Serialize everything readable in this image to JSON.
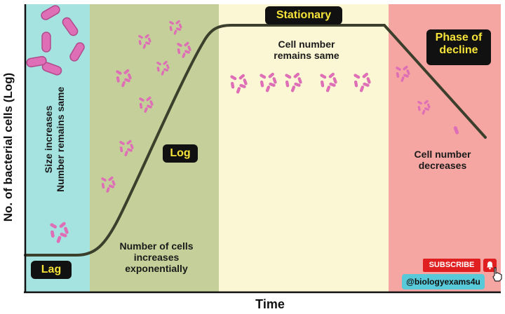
{
  "axes": {
    "y_label": "No. of bacterial cells (Log)",
    "x_label": "Time"
  },
  "phases": {
    "lag": {
      "name": "Lag",
      "note_line1": "Size increases",
      "note_line2": "Number remains same",
      "color": "#a4e3e0"
    },
    "log": {
      "name": "Log",
      "note_line1": "Number of cells",
      "note_line2": "increases",
      "note_line3": "exponentially",
      "color": "#c4cf99"
    },
    "stationary": {
      "name": "Stationary",
      "note_line1": "Cell number",
      "note_line2": "remains same",
      "color": "#fbf6d4"
    },
    "decline": {
      "name_line1": "Phase of",
      "name_line2": "decline",
      "note_line1": "Cell number",
      "note_line2": "decreases",
      "color": "#f5a6a2"
    }
  },
  "colors": {
    "curve": "#3b3f2c",
    "bacteria": "#de6fb6",
    "tag_bg": "#111111",
    "tag_text": "#f5e33a"
  },
  "watermark": {
    "subscribe": "SUBSCRIBE",
    "handle": "@biologyexams4u"
  }
}
